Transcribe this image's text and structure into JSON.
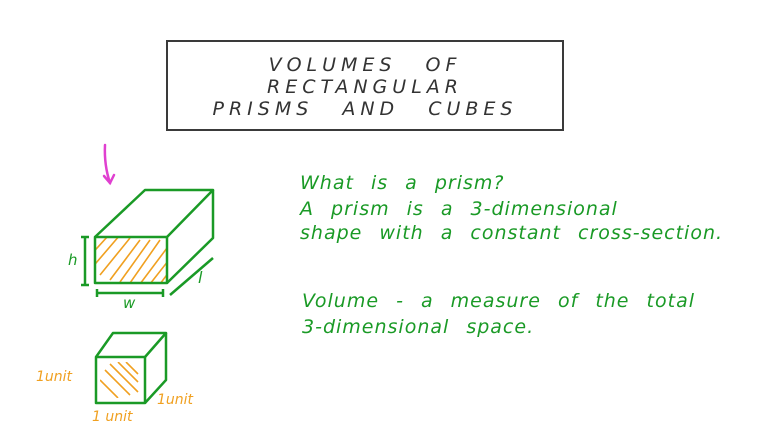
{
  "title": {
    "line1": "VOLUMES OF RECTANGULAR",
    "line2": "PRISMS AND CUBES"
  },
  "notes": {
    "question": "What is a prism?",
    "answer_line1": "A prism is a 3-dimensional",
    "answer_line2": "shape with a constant cross-section.",
    "volume_line1": "Volume - a measure of the total",
    "volume_line2": "3-dimensional space."
  },
  "prism_labels": {
    "height": "h",
    "width": "w",
    "length": "l"
  },
  "cube_labels": {
    "left": "1unit",
    "bottom": "1 unit",
    "right": "1unit"
  },
  "colors": {
    "green": "#1a9a26",
    "orange": "#f0a020",
    "pink": "#e040d0",
    "ink": "#3a3a3a"
  }
}
